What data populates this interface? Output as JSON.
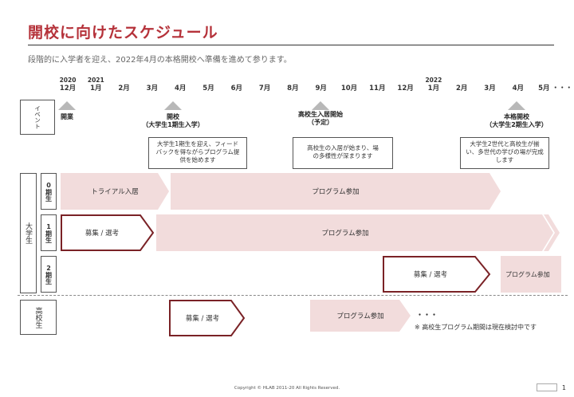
{
  "page": {
    "title": "開校に向けたスケジュール",
    "subtitle": "段階的に入学者を迎え、2022年4月の本格開校へ準備を進めて参ります。"
  },
  "timeline": {
    "months": [
      {
        "year": "2020",
        "label": "12月"
      },
      {
        "year": "2021",
        "label": "1月"
      },
      {
        "year": "",
        "label": "2月"
      },
      {
        "year": "",
        "label": "3月"
      },
      {
        "year": "",
        "label": "4月"
      },
      {
        "year": "",
        "label": "5月"
      },
      {
        "year": "",
        "label": "6月"
      },
      {
        "year": "",
        "label": "7月"
      },
      {
        "year": "",
        "label": "8月"
      },
      {
        "year": "",
        "label": "9月"
      },
      {
        "year": "",
        "label": "10月"
      },
      {
        "year": "",
        "label": "11月"
      },
      {
        "year": "",
        "label": "12月"
      },
      {
        "year": "2022",
        "label": "1月"
      },
      {
        "year": "",
        "label": "2月"
      },
      {
        "year": "",
        "label": "3月"
      },
      {
        "year": "",
        "label": "4月"
      },
      {
        "year": "",
        "label": "5月 ・・・"
      }
    ]
  },
  "rows": {
    "event": "イベント",
    "university": "大学生",
    "gen0": "0期生",
    "gen1": "1期生",
    "gen2": "2期生",
    "highschool": "高校生"
  },
  "events": {
    "open_label": "開業",
    "school_open": "開校",
    "school_open_sub": "（大学生1期生入学）",
    "hs_move": "高校生入居開始",
    "hs_move_sub": "（予定）",
    "full_open": "本格開校",
    "full_open_sub": "（大学生2期生入学）"
  },
  "notes": {
    "note1": "大学生1期生を迎え、フィードバックを得ながらプログラム提供を始めます",
    "note2": "高校生の入居が始まり、場の多様性が深まります",
    "note3": "大学生2世代と高校生が揃い、多世代の学びの場が完成します"
  },
  "bars": {
    "trial": "トライアル入居",
    "program": "プログラム参加",
    "recruit": "募集 / 選考",
    "dots": "・・・",
    "hs_note": "※ 高校生プログラム期間は現在検討中です"
  },
  "colors": {
    "accent": "#b5323a",
    "bar_fill": "#f2dcdc",
    "arrow_border": "#7a2226"
  },
  "footer": {
    "copyright": "Copyright © HLAB 2011-20 All Rights Reserved.",
    "page": "1"
  }
}
